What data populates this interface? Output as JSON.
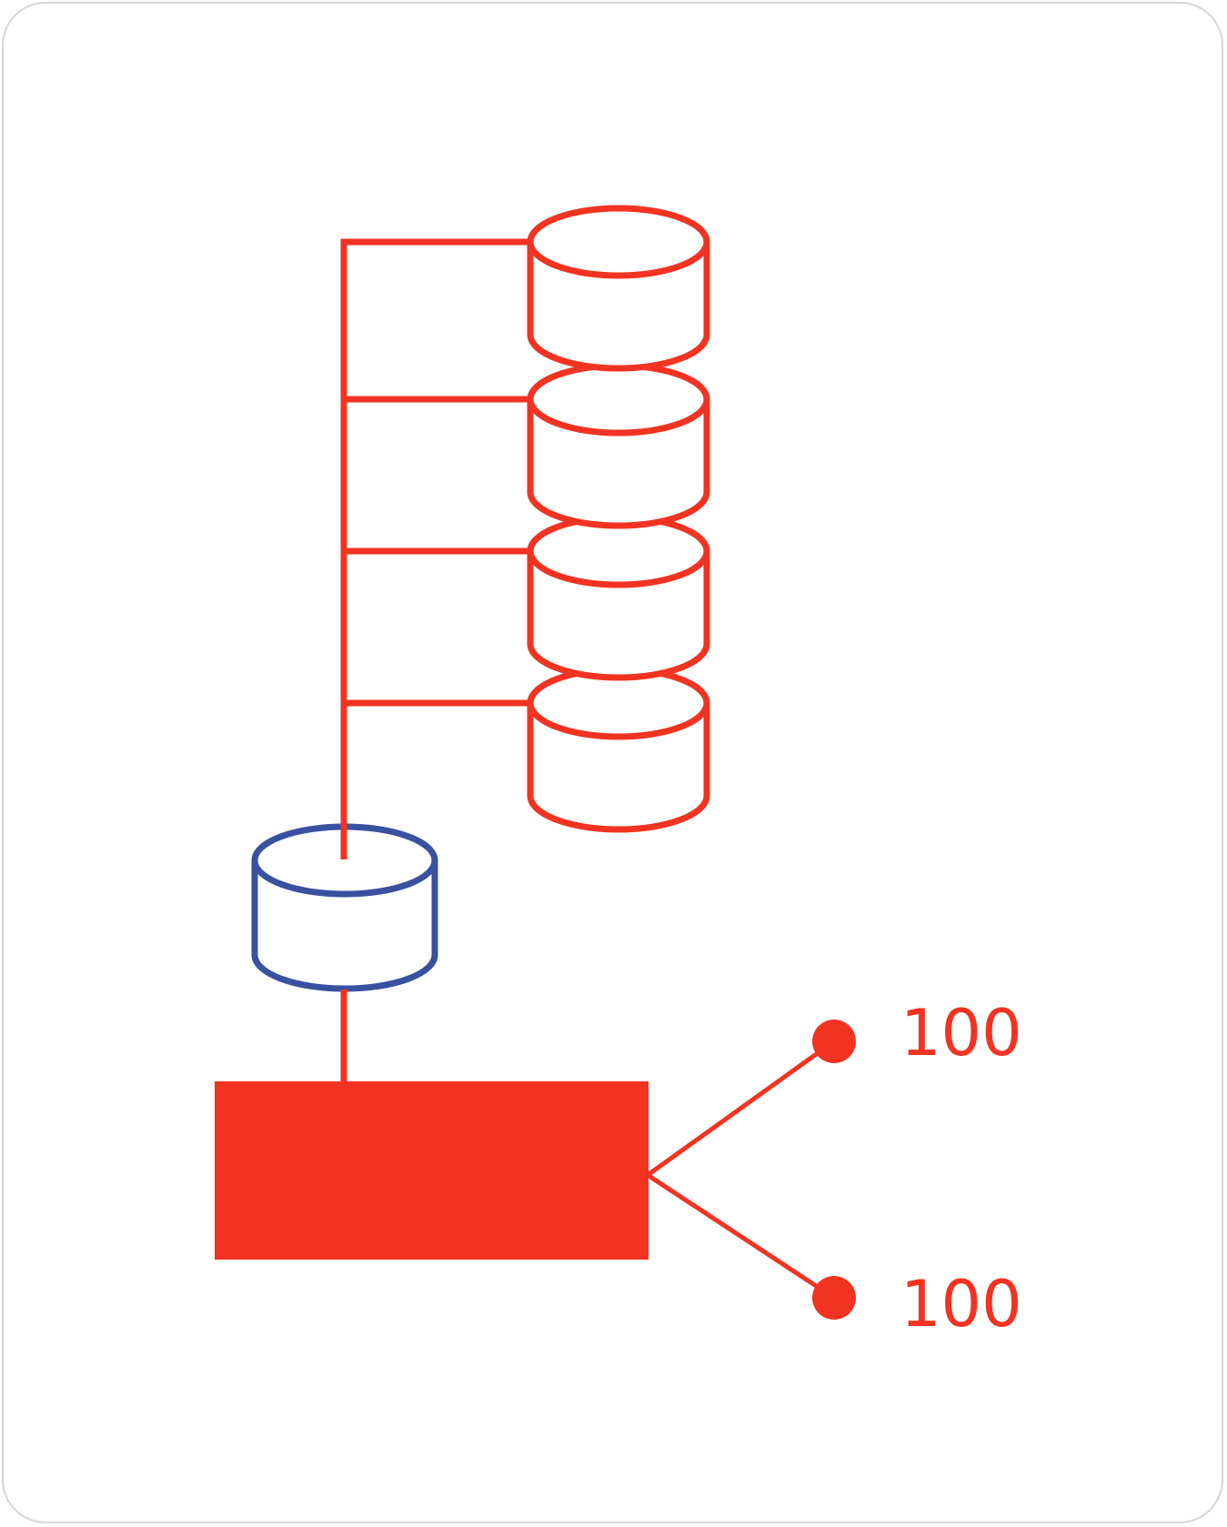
{
  "diagram": {
    "type": "network-topology",
    "colors": {
      "primary": "#f23322",
      "secondary": "#3a51a0",
      "frame": "#d6d6d6",
      "background": "#ffffff"
    },
    "nodes": {
      "top_cylinders": [
        {
          "id": "db-1",
          "icon": "database-cylinder-icon"
        },
        {
          "id": "db-2",
          "icon": "database-cylinder-icon"
        },
        {
          "id": "db-3",
          "icon": "database-cylinder-icon"
        },
        {
          "id": "db-4",
          "icon": "database-cylinder-icon"
        }
      ],
      "hub_cylinder": {
        "id": "hub-db",
        "icon": "database-cylinder-icon"
      },
      "block": {
        "id": "main-block"
      },
      "endpoints": [
        {
          "id": "endpoint-top",
          "label": "100"
        },
        {
          "id": "endpoint-bottom",
          "label": "100"
        }
      ]
    }
  }
}
